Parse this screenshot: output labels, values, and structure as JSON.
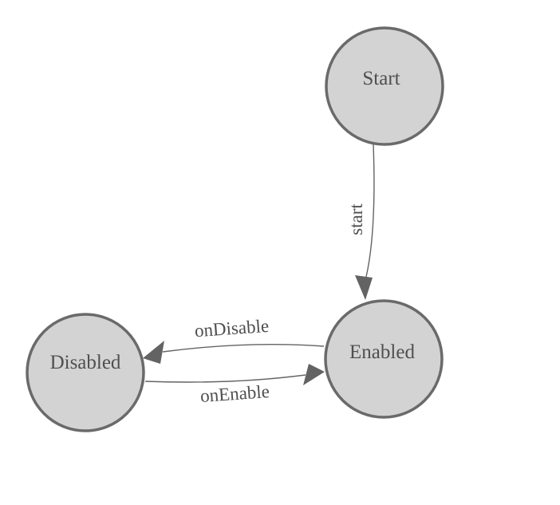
{
  "diagram": {
    "type": "state-machine",
    "colors": {
      "background": "#ffffff",
      "node_fill": "#d3d3d3",
      "node_border": "#6a6a6a",
      "label_text": "#4f4f4f",
      "edge": "#636363"
    },
    "nodes": [
      {
        "id": "start",
        "label": "Start"
      },
      {
        "id": "enabled",
        "label": "Enabled"
      },
      {
        "id": "disabled",
        "label": "Disabled"
      }
    ],
    "edges": [
      {
        "from": "Start",
        "to": "Enabled",
        "label": "start"
      },
      {
        "from": "Enabled",
        "to": "Disabled",
        "label": "onDisable"
      },
      {
        "from": "Disabled",
        "to": "Enabled",
        "label": "onEnable"
      }
    ]
  }
}
